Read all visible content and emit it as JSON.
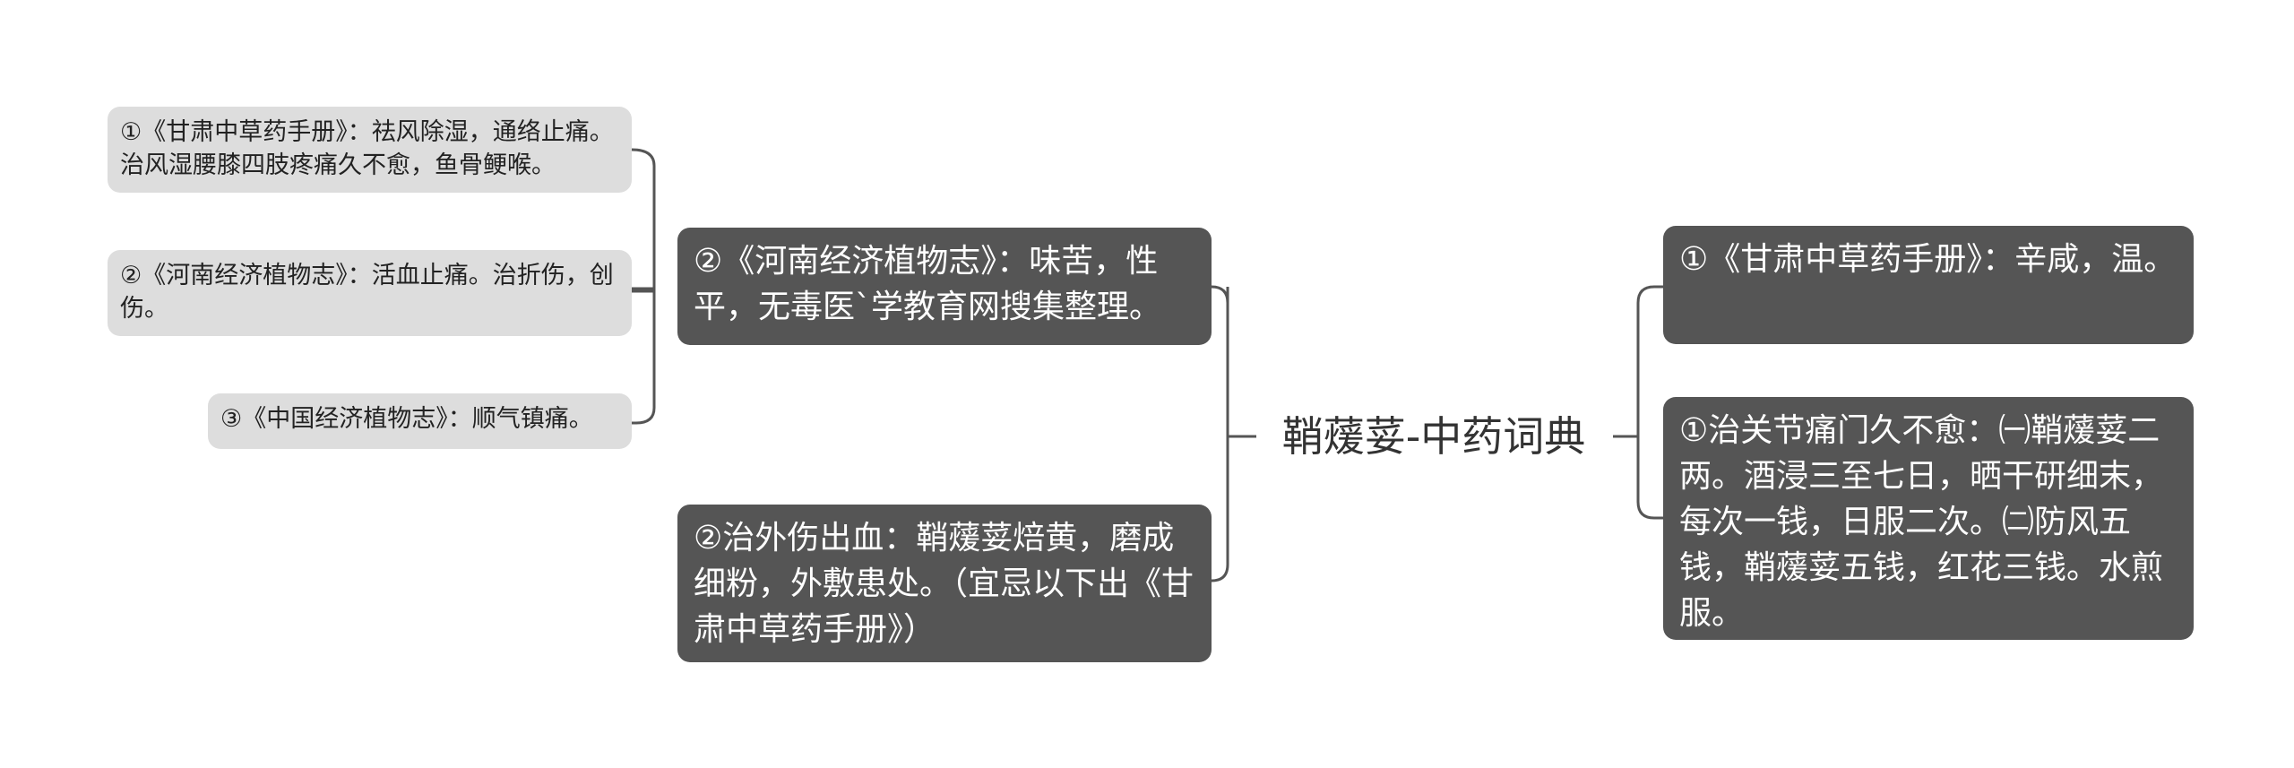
{
  "center": {
    "title": "鞘蕿荽-中药词典"
  },
  "left": {
    "branch_flavor": "②《河南经济植物志》：味苦，性平，无毒医`学教育网搜集整理。",
    "branch_remedy": "②治外伤出血：鞘蕿荽焙黄，磨成细粉，外敷患处。（宜忌以下出《甘肃中草药手册》）",
    "leaves": [
      "①《甘肃中草药手册》：祛风除湿，通络止痛。治风湿腰膝四肢疼痛久不愈，鱼骨鲠喉。",
      "②《河南经济植物志》：活血止痛。治折伤，创伤。",
      "③《中国经济植物志》：顺气镇痛。"
    ]
  },
  "right": {
    "branch_flavor": "①《甘肃中草药手册》：辛咸，温。",
    "branch_remedy": "①治关节痛门久不愈：㈠鞘蕿荽二两。酒浸三至七日，晒干研细末，每次一钱，日服二次。㈡防风五钱，鞘蕿荽五钱，红花三钱。水煎服。"
  },
  "colors": {
    "dark_node": "#555555",
    "light_node": "#dddddd",
    "connector": "#555555",
    "center_text": "#333333"
  }
}
